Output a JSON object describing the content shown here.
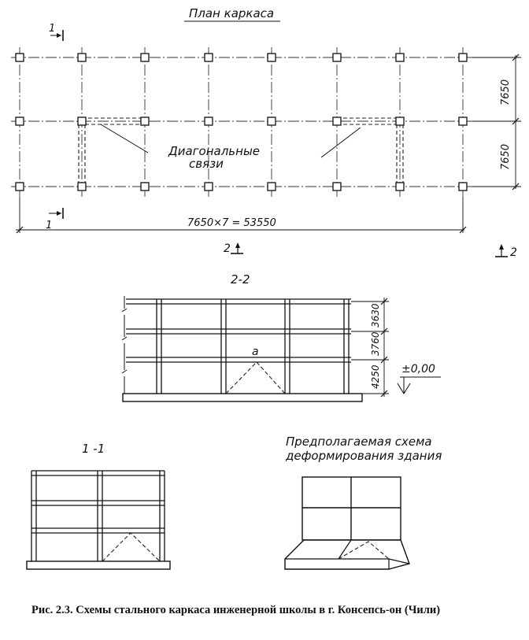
{
  "plan": {
    "title": "План каркаса",
    "section_1_top": "1",
    "section_1_bottom": "1",
    "section_2_left": "2",
    "section_2_right": "2",
    "bracing_label_line1": "Диагональные",
    "bracing_label_line2": "связи",
    "span_dim_top": "7650",
    "span_dim_bottom": "7650",
    "overall_dim": "7650×7 = 53550"
  },
  "section_2_2": {
    "title": "2-2",
    "dim_top": "3630",
    "dim_middle": "3760",
    "dim_bottom": "4250",
    "mark_a": "a",
    "level": "±0,00"
  },
  "section_1_1": {
    "title": "1 -1"
  },
  "deformation": {
    "title_line1": "Предполагаемая схема",
    "title_line2": "деформирования здания"
  },
  "caption": "Рис. 2.3. Схемы стального каркаса инженерной школы в г. Консепсь-он (Чили)"
}
